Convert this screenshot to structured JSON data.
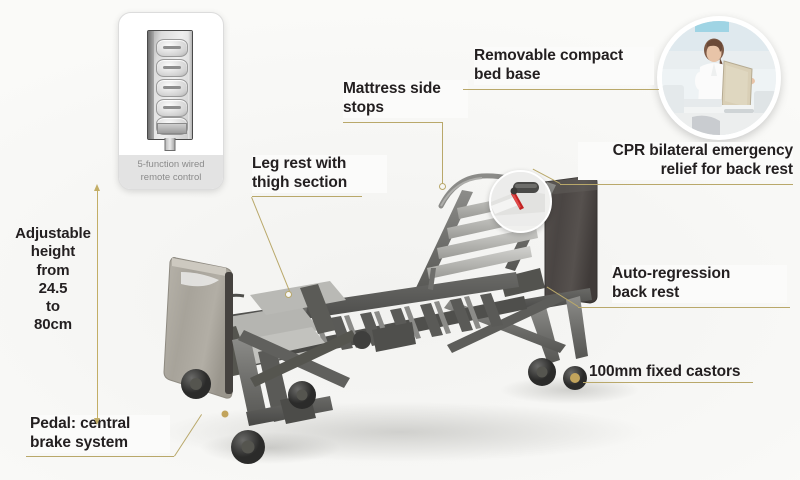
{
  "page": {
    "background_color": "#f6f6f4",
    "leader_line_color": "#b9a86a",
    "text_color": "#231f20"
  },
  "remote_card": {
    "caption": "5-function wired\nremote control",
    "icon": "remote-handset-image",
    "button_count": 5
  },
  "nurse_inset": {
    "icon": "nurse-lifting-bed-base-photo",
    "alt": "Nurse lifting removable bed base panel"
  },
  "cpr_zoom": {
    "icon": "cpr-red-lever-magnifier",
    "lever_color": "#c22222"
  },
  "callouts": [
    {
      "id": "mattress-side-stops",
      "text": "Mattress side\nstops"
    },
    {
      "id": "removable-bed-base",
      "text": "Removable compact\nbed base"
    },
    {
      "id": "cpr-relief",
      "text": "CPR bilateral emergency\nrelief for back rest"
    },
    {
      "id": "leg-rest",
      "text": "Leg rest with\nthigh section"
    },
    {
      "id": "auto-regression",
      "text": "Auto-regression\nback rest"
    },
    {
      "id": "fixed-castors",
      "text": "100mm fixed castors"
    },
    {
      "id": "pedal-brake",
      "text": "Pedal: central\nbrake system"
    },
    {
      "id": "adjustable-height",
      "text": "Adjustable\nheight\nfrom\n24.5\nto\n80cm"
    }
  ],
  "bed": {
    "icon": "hospital-bed-profiling-image",
    "headboard_color": "#4b4745",
    "footboard_color": "#a9a59c",
    "frame_color": "#6b6b68"
  }
}
